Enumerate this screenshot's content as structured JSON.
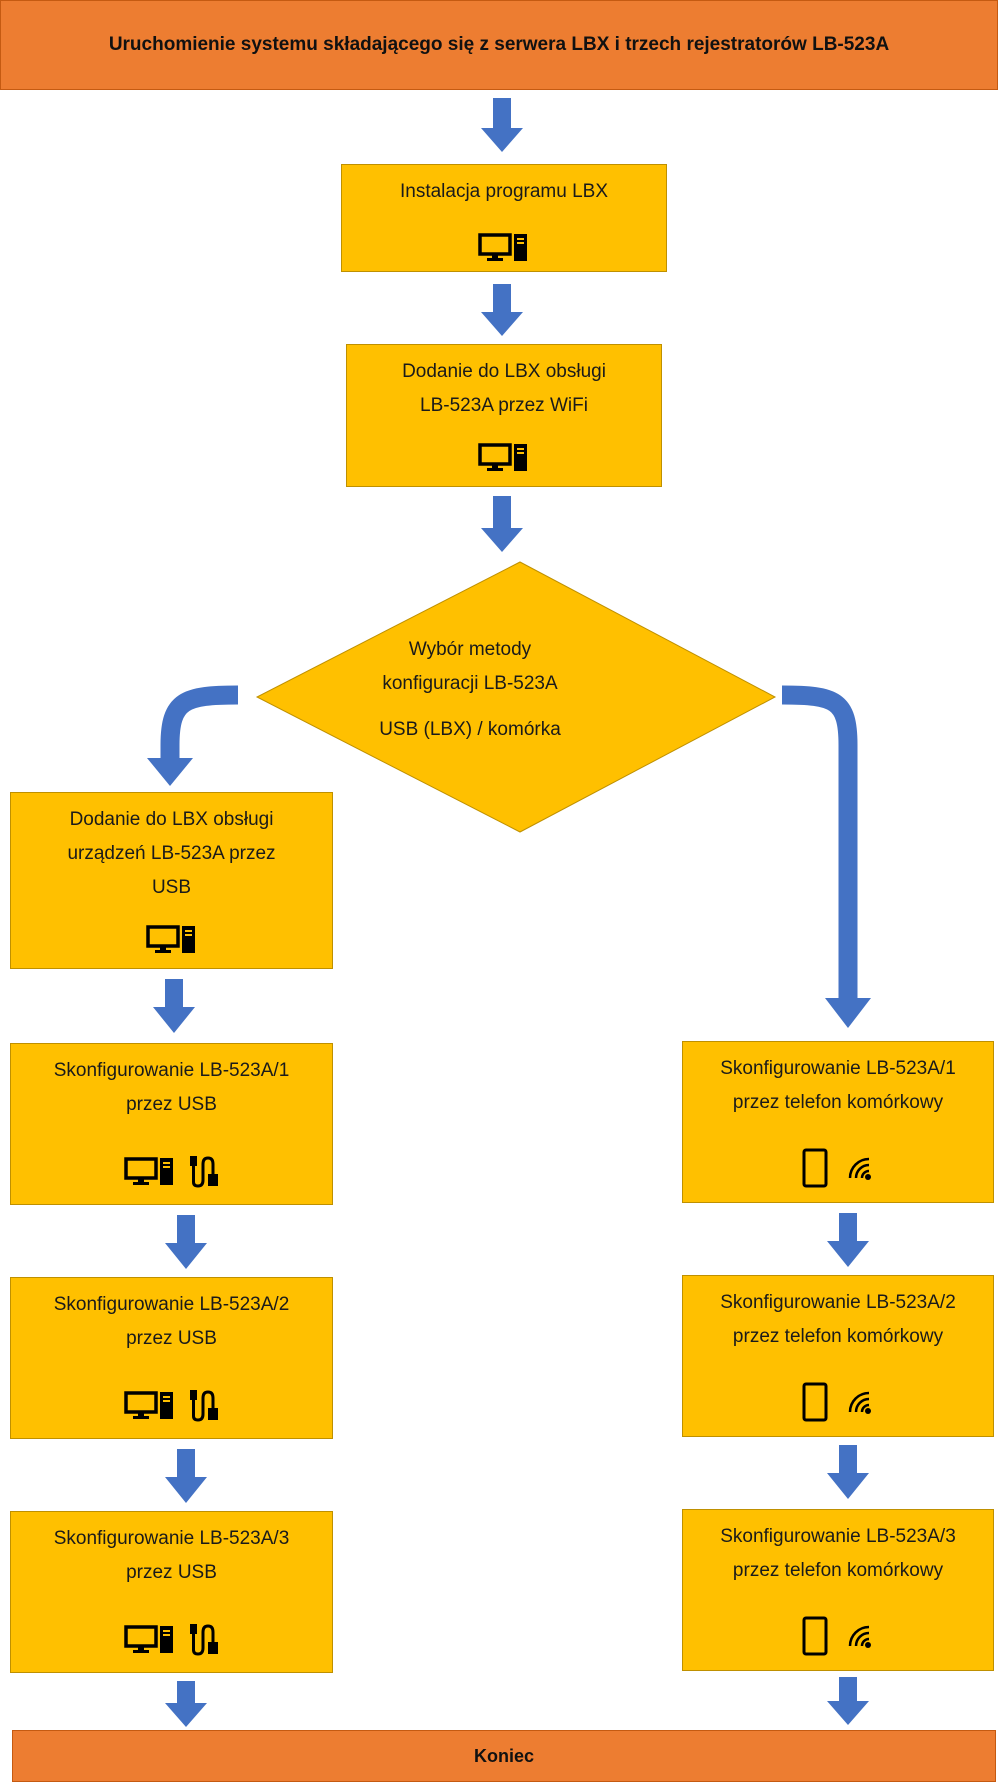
{
  "title": "Uruchomienie systemu składającego się z serwera LBX i trzech rejestratorów LB-523A",
  "end_label": "Koniec",
  "colors": {
    "banner": "#ED7D31",
    "box": "#FFC000",
    "arrow": "#4472C4"
  },
  "steps": {
    "install": {
      "line1": "Instalacja programu LBX",
      "icons": [
        "computer-icon"
      ]
    },
    "add_wifi": {
      "line1": "Dodanie do LBX obsługi",
      "line2": "LB-523A przez WiFi",
      "icons": [
        "computer-icon"
      ]
    },
    "decision": {
      "line1": "Wybór metody",
      "line2": "konfiguracji LB-523A",
      "line3": "USB (LBX)  / komórka"
    },
    "add_usb": {
      "line1": "Dodanie do LBX obsługi",
      "line2": "urządzeń LB-523A przez",
      "line3": "USB",
      "icons": [
        "computer-icon"
      ]
    }
  },
  "usb_steps": [
    {
      "line1": "Skonfigurowanie LB-523A/1",
      "line2": "przez USB",
      "icons": [
        "computer-icon",
        "usb-cable-icon"
      ]
    },
    {
      "line1": "Skonfigurowanie LB-523A/2",
      "line2": "przez USB",
      "icons": [
        "computer-icon",
        "usb-cable-icon"
      ]
    },
    {
      "line1": "Skonfigurowanie LB-523A/3",
      "line2": "przez USB",
      "icons": [
        "computer-icon",
        "usb-cable-icon"
      ]
    }
  ],
  "phone_steps": [
    {
      "line1": "Skonfigurowanie LB-523A/1",
      "line2": "przez telefon komórkowy",
      "icons": [
        "phone-icon",
        "wireless-icon"
      ]
    },
    {
      "line1": "Skonfigurowanie LB-523A/2",
      "line2": "przez telefon komórkowy",
      "icons": [
        "phone-icon",
        "wireless-icon"
      ]
    },
    {
      "line1": "Skonfigurowanie LB-523A/3",
      "line2": "przez telefon komórkowy",
      "icons": [
        "phone-icon",
        "wireless-icon"
      ]
    }
  ]
}
